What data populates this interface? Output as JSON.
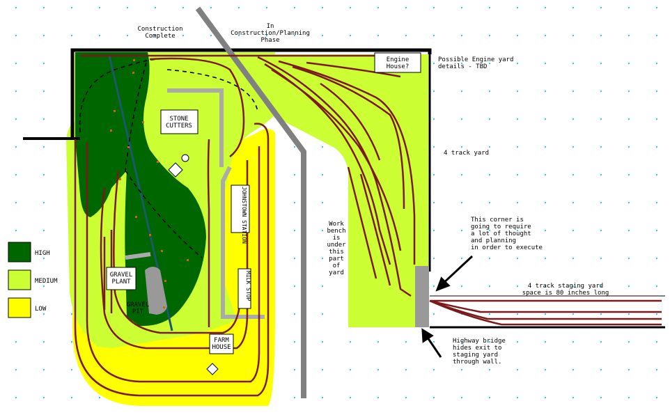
{
  "labels": {
    "construction_complete": [
      "Construction",
      "Complete"
    ],
    "in_construction": [
      "In",
      "Construction/Planning",
      "Phase"
    ],
    "engine_house": [
      "Engine",
      "House?"
    ],
    "engine_yard": [
      "Possible Engine yard",
      "details - TBD"
    ],
    "stone_cutters": [
      "STONE",
      "CUTTERS"
    ],
    "four_track_yard": "4 track yard",
    "johnstown_station": "JOHNSTOWN STATION",
    "milk_stop": "MILK STOP",
    "work_bench": [
      "Work",
      "bench",
      "is",
      "under",
      "this",
      "part",
      "of",
      "yard"
    ],
    "corner_note": [
      "This corner is",
      "going to require",
      "a lot of thought",
      "and planning",
      "in order to execute"
    ],
    "staging_yard": [
      "4 track staging yard",
      "space is 80 inches long"
    ],
    "gravel_plant": [
      "GRAVEL",
      "PLANT"
    ],
    "gravel_pit": [
      "GRAVEL",
      "PIT"
    ],
    "farm_house": [
      "FARM",
      "HOUSE"
    ],
    "highway_bridge": [
      "Highway bridge",
      "hides exit to",
      "staging yard",
      "through wall."
    ]
  },
  "legend": [
    {
      "label": "HIGH",
      "color": "#006600"
    },
    {
      "label": "MEDIUM",
      "color": "#ccff33"
    },
    {
      "label": "LOW",
      "color": "#ffff00"
    }
  ],
  "colors": {
    "high": "#006600",
    "medium": "#ccff33",
    "low": "#ffff00",
    "track": "#7a1a1a",
    "road": "#aaaaaa",
    "wall": "#808080",
    "water": "#1a5a6a"
  }
}
